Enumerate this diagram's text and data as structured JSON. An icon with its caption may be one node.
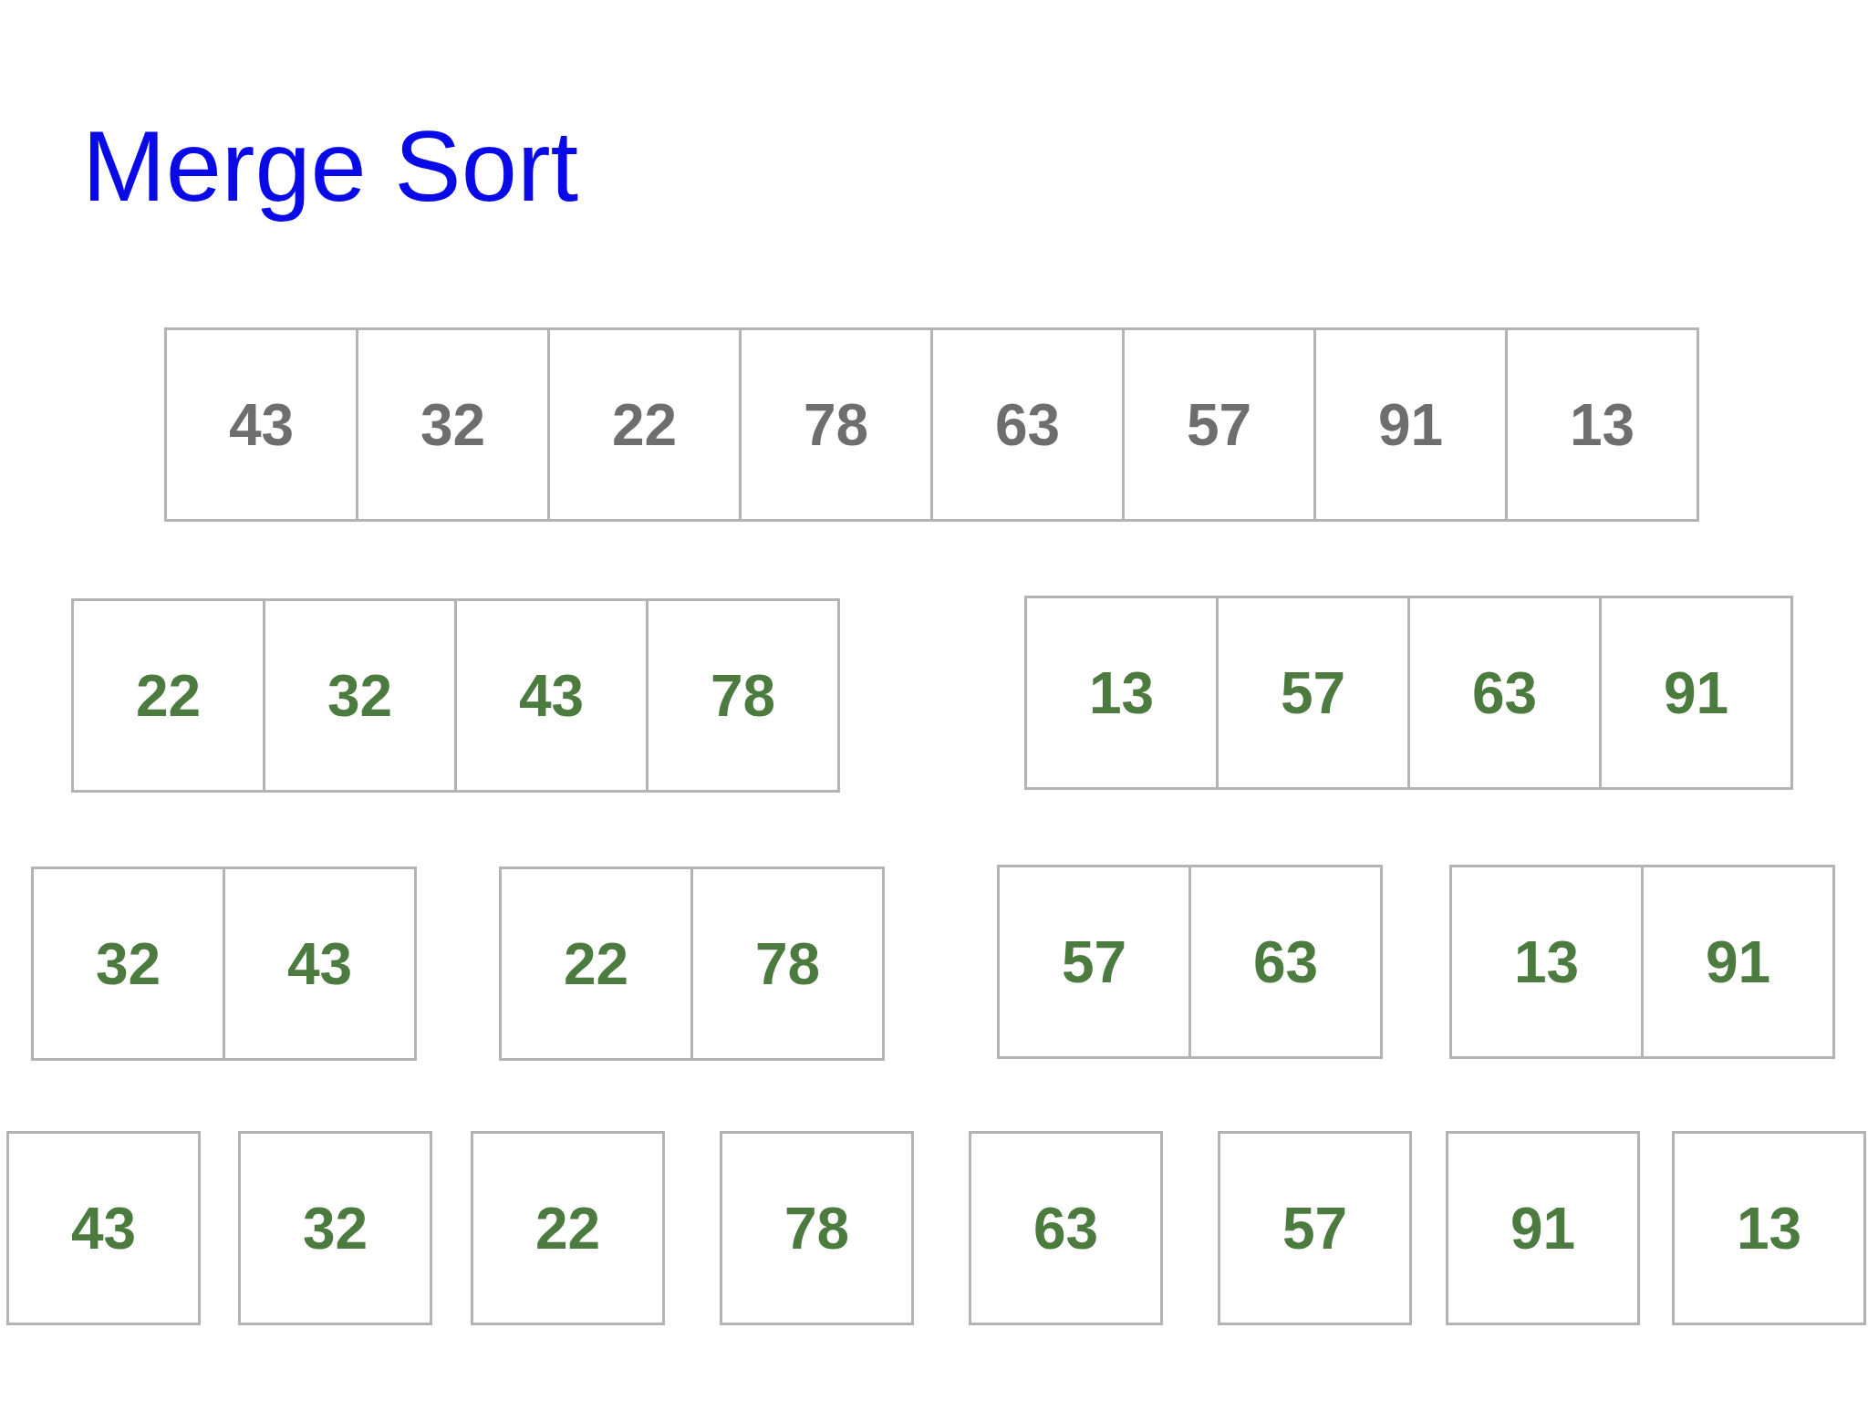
{
  "diagram": {
    "title": "Merge Sort",
    "nodes": [
      {
        "text": [
          "43"
        ]
      },
      {
        "text": [
          "32"
        ]
      },
      {
        "text": [
          "22"
        ]
      },
      {
        "text": [
          "78"
        ]
      },
      {
        "text": [
          "63"
        ]
      },
      {
        "text": [
          "57"
        ]
      },
      {
        "text": [
          "91"
        ]
      },
      {
        "text": [
          "13"
        ]
      },
      {
        "text": [
          "22"
        ]
      },
      {
        "text": [
          "32"
        ]
      },
      {
        "text": [
          "43"
        ]
      },
      {
        "text": [
          "78"
        ]
      },
      {
        "text": [
          "13"
        ]
      },
      {
        "text": [
          "57"
        ]
      },
      {
        "text": [
          "63"
        ]
      },
      {
        "text": [
          "91"
        ]
      },
      {
        "text": [
          "32"
        ]
      },
      {
        "text": [
          "43"
        ]
      },
      {
        "text": [
          "22"
        ]
      },
      {
        "text": [
          "78"
        ]
      },
      {
        "text": [
          "57"
        ]
      },
      {
        "text": [
          "63"
        ]
      },
      {
        "text": [
          "13"
        ]
      },
      {
        "text": [
          "91"
        ]
      },
      {
        "text": [
          "43"
        ]
      },
      {
        "text": [
          "32"
        ]
      },
      {
        "text": [
          "22"
        ]
      },
      {
        "text": [
          "78"
        ]
      },
      {
        "text": [
          "63"
        ]
      },
      {
        "text": [
          "57"
        ]
      },
      {
        "text": [
          "91"
        ]
      },
      {
        "text": [
          "13"
        ]
      }
    ]
  }
}
